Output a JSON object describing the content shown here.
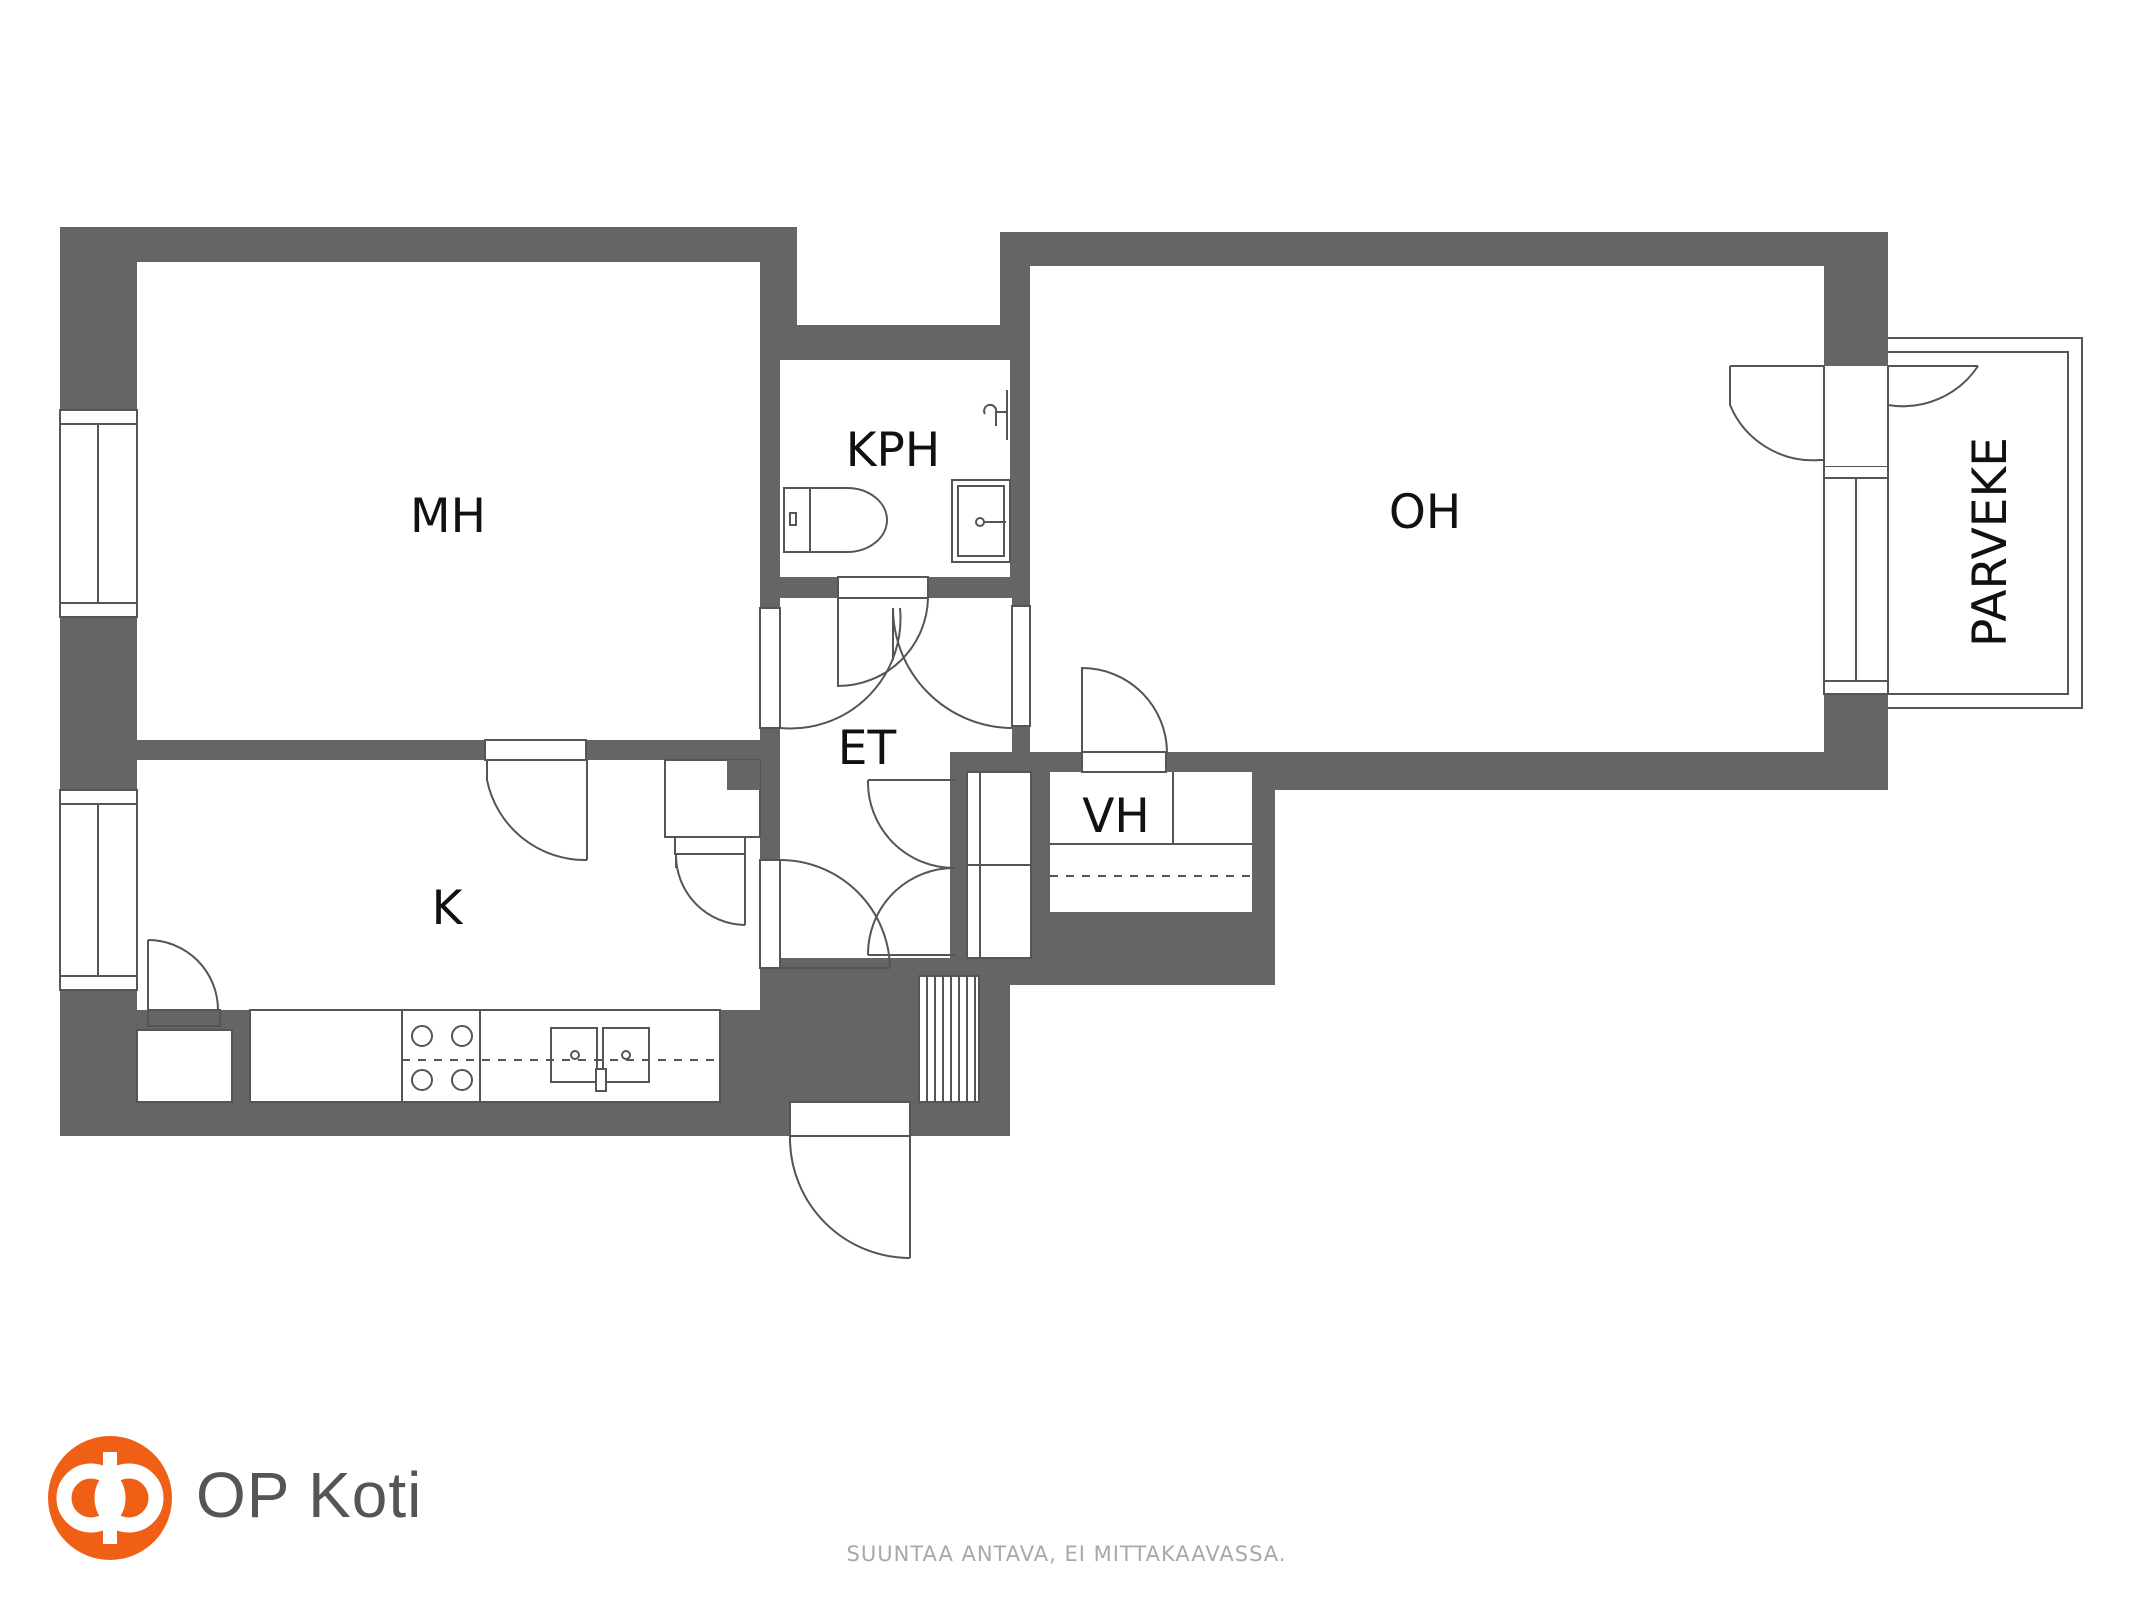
{
  "rooms": {
    "mh": "MH",
    "kph": "KPH",
    "oh": "OH",
    "et": "ET",
    "vh": "VH",
    "k": "K",
    "parveke": "PARVEKE"
  },
  "brand": {
    "name": "OP Koti",
    "logo_color": "#ef5f16"
  },
  "disclaimer": "SUUNTAA ANTAVA, EI MITTAKAAVASSA.",
  "colors": {
    "wall": "#656565",
    "line": "#555555"
  }
}
